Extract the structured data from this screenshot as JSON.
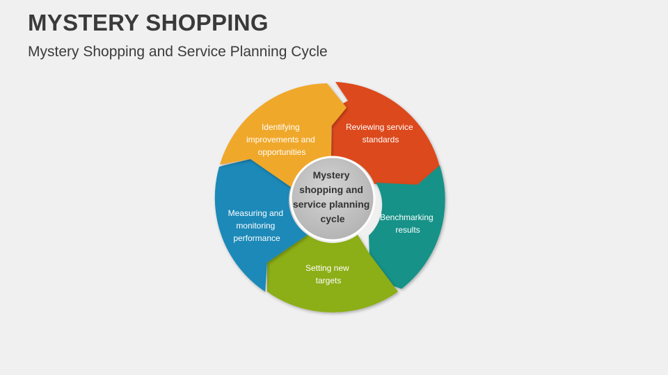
{
  "header": {
    "title": "MYSTERY SHOPPING",
    "subtitle": "Mystery Shopping and Service Planning Cycle"
  },
  "diagram": {
    "center": {
      "lines": [
        "Mystery",
        "shopping and",
        "service planning",
        "cycle"
      ],
      "color": "#c4c4c4"
    },
    "segments": [
      {
        "id": "identifying",
        "lines": [
          "Identifying",
          "improvements and",
          "opportunities"
        ],
        "color": "#f0a82c"
      },
      {
        "id": "reviewing",
        "lines": [
          "Reviewing service",
          "standards"
        ],
        "color": "#dc4a1c"
      },
      {
        "id": "benchmarking",
        "lines": [
          "Benchmarking",
          "results"
        ],
        "color": "#179288"
      },
      {
        "id": "setting",
        "lines": [
          "Setting new",
          "targets"
        ],
        "color": "#8cae16"
      },
      {
        "id": "measuring",
        "lines": [
          "Measuring and",
          "monitoring",
          "performance"
        ],
        "color": "#1a89b8"
      }
    ]
  }
}
